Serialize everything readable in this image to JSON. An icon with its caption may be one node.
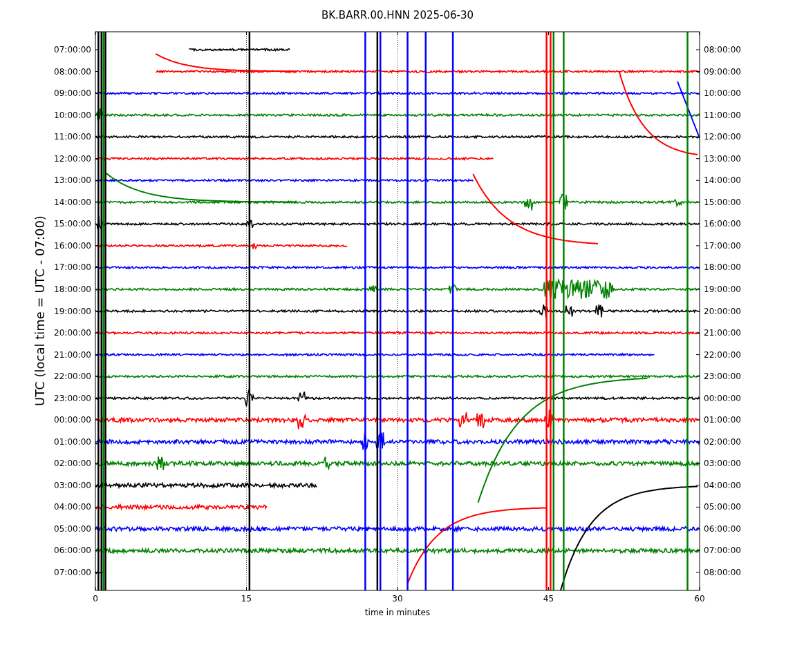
{
  "diagram": {
    "title": "BK.BARR.00.HNN 2025-06-30",
    "labels": [
      "UTC (local time = UTC - 07:00)",
      "07:00:00",
      "08:00:00",
      "09:00:00",
      "10:00:00",
      "11:00:00",
      "12:00:00",
      "13:00:00",
      "14:00:00",
      "15:00:00",
      "16:00:00",
      "17:00:00",
      "18:00:00",
      "19:00:00",
      "20:00:00",
      "21:00:00",
      "22:00:00",
      "23:00:00",
      "00:00:00",
      "01:00:00",
      "02:00:00",
      "03:00:00",
      "04:00:00",
      "05:00:00",
      "06:00:00",
      "07:00:00",
      "08:00:00",
      "09:00:00",
      "10:00:00",
      "11:00:00",
      "12:00:00",
      "13:00:00",
      "14:00:00",
      "15:00:00",
      "16:00:00",
      "17:00:00",
      "18:00:00",
      "19:00:00",
      "20:00:00",
      "21:00:00",
      "22:00:00",
      "23:00:00",
      "00:00:00",
      "01:00:00",
      "02:00:00",
      "03:00:00",
      "04:00:00",
      "05:00:00",
      "06:00:00",
      "07:00:00",
      "08:00:00",
      "0",
      "15",
      "30",
      "45",
      "60",
      "time in minutes"
    ]
  }
}
